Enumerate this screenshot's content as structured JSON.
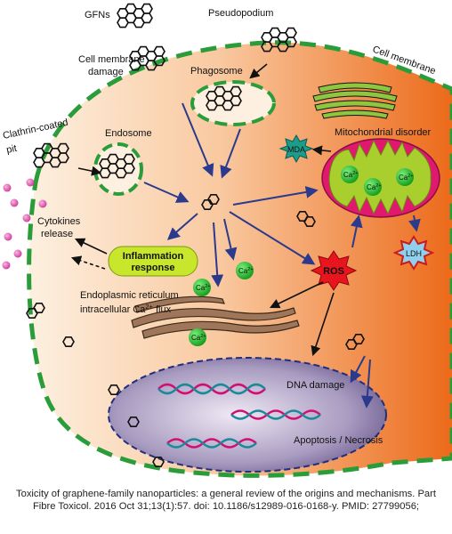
{
  "labels": {
    "gfns": "GFNs",
    "pseudopodium": "Pseudopodium",
    "cell_membrane_damage_1": "Cell membrane",
    "cell_membrane_damage_2": "damage",
    "cell_membrane": "Cell membrane",
    "phagosome": "Phagosome",
    "clathrin_1": "Clathrin-coated",
    "clathrin_2": "pit",
    "endosome": "Endosome",
    "mitochondrial_disorder": "Mitochondrial disorder",
    "mda": "MDA",
    "ca": "Ca",
    "ca_sup": "2+",
    "cytokines_1": "Cytokines",
    "cytokines_2": "release",
    "inflammation_1": "Inflammation",
    "inflammation_2": "response",
    "ros": "ROS",
    "ldh": "LDH",
    "er_1": "Endoplasmic reticulum",
    "er_2a": "intracellular Ca",
    "er_2b": " flux",
    "dna_damage": "DNA damage",
    "apoptosis": "Apoptosis / Necrosis"
  },
  "caption": "Toxicity of graphene-family nanoparticles: a general review of the origins and mechanisms. Part Fibre Toxicol. 2016 Oct 31;13(1):57. doi: 10.1186/s12989-016-0168-y. PMID: 27799056;",
  "colors": {
    "cell_fill_left": "#fde9d2",
    "cell_fill_right": "#ec6a1a",
    "membrane": "#2a9d3a",
    "arrow": "#2b3a8c",
    "mito_outer": "#e0196e",
    "mito_inner": "#a8cf2e",
    "nucleus": "#7a6a9a",
    "calcium": "#2ab52a",
    "inflammation": "#c8e62c",
    "ros": "#e8141e",
    "mda": "#1e9c8a",
    "ldh": "#8fd0ef",
    "cytokine": "#e04aa8"
  },
  "icons": [
    "graphene-sheet-icon",
    "graphene-hexagon-icon",
    "calcium-ion-icon",
    "dna-helix-icon",
    "star-burst-icon"
  ]
}
